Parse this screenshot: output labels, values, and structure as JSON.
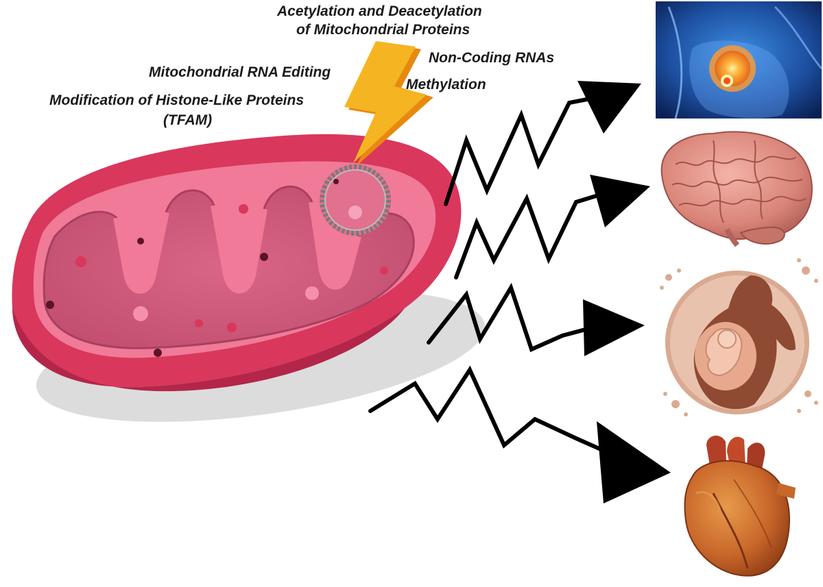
{
  "labels": {
    "acetylation_line1": "Acetylation and Deacetylation",
    "acetylation_line2": "of Mitochondrial Proteins",
    "rna_editing": "Mitochondrial RNA Editing",
    "non_coding": "Non-Coding RNAs",
    "methylation": "Methylation",
    "histone_line1": "Modification of Histone-Like Proteins",
    "histone_line2": "(TFAM)"
  },
  "icons": [
    "mitochondrion-icon",
    "lightning-bolt-icon",
    "breast-cancer-icon",
    "brain-icon",
    "pregnancy-icon",
    "heart-icon"
  ],
  "colors": {
    "outer_membrane": "#d9375c",
    "outer_membrane_dark": "#b3264a",
    "intermembrane": "#f07a98",
    "matrix": "#c95273",
    "cristae": "#a8405f",
    "bolt": "#f5b422",
    "bolt_dark": "#e8890f",
    "arrow": "#000000"
  }
}
